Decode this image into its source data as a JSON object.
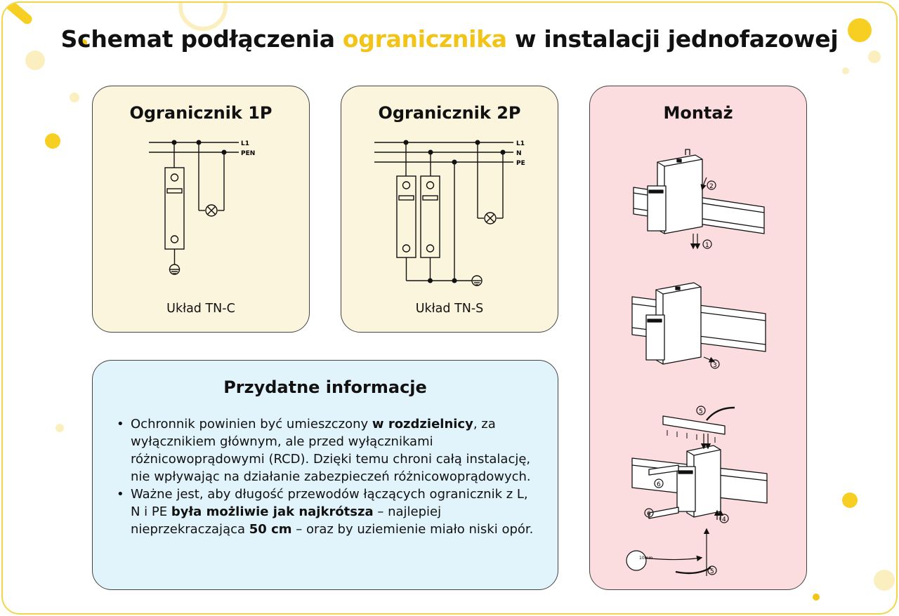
{
  "title": {
    "before": "Schemat podłączenia ",
    "highlight": "ogranicznika",
    "after": " w instalacji jednofazowej"
  },
  "colors": {
    "accent": "#f2c418",
    "card_yellow": "#fcf5dd",
    "card_blue": "#e2f4fb",
    "card_pink": "#fbdcdf"
  },
  "card_1p": {
    "title": "Ogranicznik 1P",
    "caption": "Układ TN-C",
    "lines": [
      "L1",
      "PEN"
    ]
  },
  "card_2p": {
    "title": "Ogranicznik 2P",
    "caption": "Układ TN-S",
    "lines": [
      "L1",
      "N",
      "PE"
    ]
  },
  "mount": {
    "title": "Montaż",
    "steps": [
      "1",
      "2",
      "3",
      "4",
      "5",
      "5",
      "6",
      "6"
    ],
    "dimension": "10mm"
  },
  "info": {
    "title": "Przydatne informacje",
    "item1": {
      "a": "Ochronnik powinien być umieszczony ",
      "b": "w rozdzielnicy",
      "c": ", za wyłącznikiem głównym, ale przed wyłącznikami różnicowoprądowymi (RCD). Dzięki temu chroni całą instalację, nie wpływając na działanie zabezpieczeń różnicowoprądowych."
    },
    "item2": {
      "a": "Ważne jest, aby długość przewodów łączących ogranicznik z L, N i PE ",
      "b": "była możliwie jak najkrótsza",
      "c": " – najlepiej nieprzekraczająca ",
      "d": "50 cm",
      "e": " – oraz by uziemienie miało niski opór."
    }
  }
}
